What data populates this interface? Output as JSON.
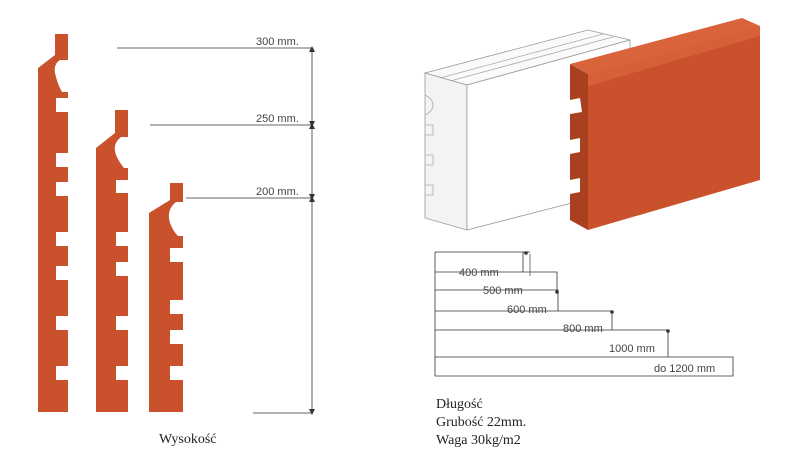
{
  "colors": {
    "terracotta": "#C9512C",
    "terracotta_dark": "#A9401F",
    "terracotta_light": "#D9643C",
    "line": "#333333",
    "board_outline": "#9A9A9A"
  },
  "heights": {
    "caption": "Wysokość",
    "dimensions": [
      {
        "label": "300 mm.",
        "value_mm": 300
      },
      {
        "label": "250 mm.",
        "value_mm": 250
      },
      {
        "label": "200 mm.",
        "value_mm": 200
      }
    ]
  },
  "lengths": {
    "steps": [
      {
        "label": "400 mm",
        "value_mm": 400
      },
      {
        "label": "500 mm",
        "value_mm": 500
      },
      {
        "label": "600 mm",
        "value_mm": 600
      },
      {
        "label": "800 mm",
        "value_mm": 800
      },
      {
        "label": "1000 mm",
        "value_mm": 1000
      },
      {
        "label": "do  1200 mm",
        "value_mm": 1200
      }
    ]
  },
  "specs": {
    "length_label": "Długość",
    "thickness": "Grubość 22mm.",
    "weight": "Waga 30kg/m2"
  }
}
